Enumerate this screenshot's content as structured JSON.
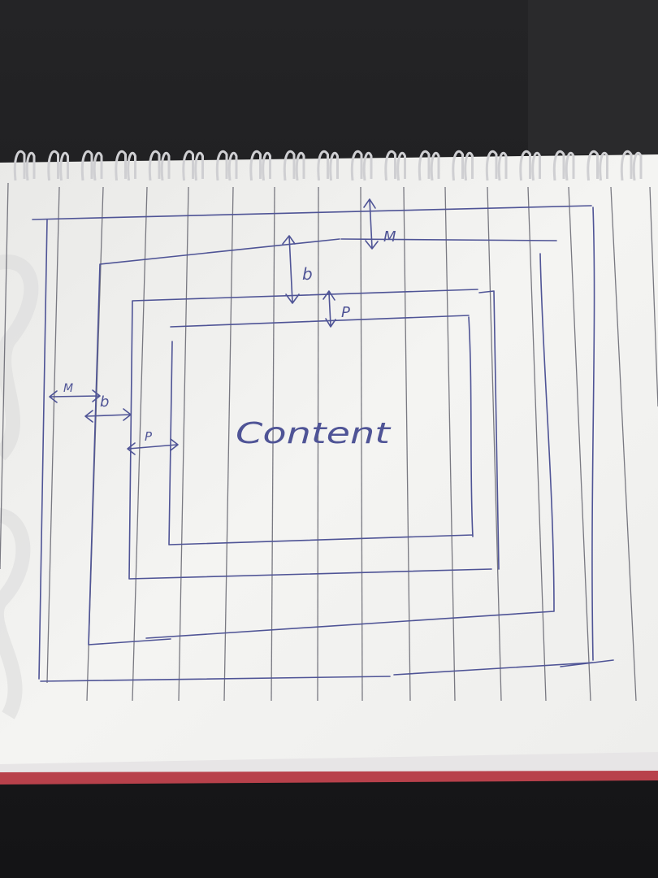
{
  "labels": {
    "margin_top": "M",
    "border_top": "b",
    "padding_top": "P",
    "margin_left": "M",
    "border_left": "b",
    "padding_left": "P",
    "content": "Content"
  },
  "colors": {
    "ink": "#4f5496",
    "paper": "#f3f3f1",
    "desk": "#1d1d1f",
    "red_edge": "#b8414b"
  }
}
